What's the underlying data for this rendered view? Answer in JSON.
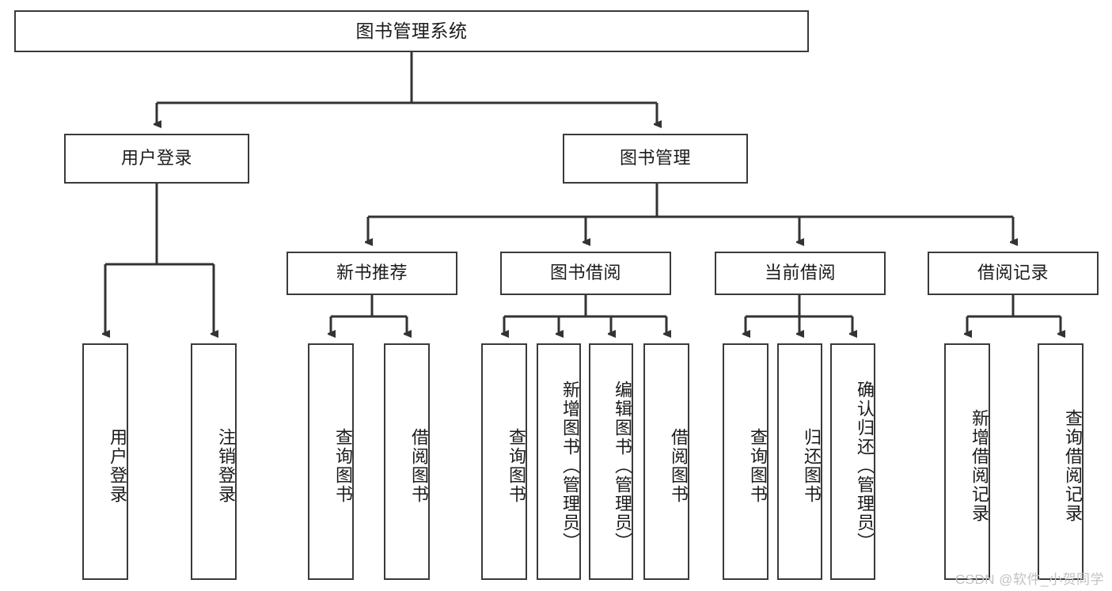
{
  "diagram": {
    "title": "图书管理系统",
    "type": "tree-hierarchy",
    "watermark": "CSDN @软件_小贺同学",
    "colors": {
      "box_border": "#3a3a3a",
      "box_fill": "#ffffff",
      "connector": "#333333",
      "text": "#1b1b1b",
      "watermark": "#c2c2c2"
    },
    "levels": {
      "root": {
        "label": "图书管理系统"
      },
      "level2": [
        {
          "id": "user-login",
          "label": "用户登录"
        },
        {
          "id": "book-manage",
          "label": "图书管理"
        }
      ],
      "level3": [
        {
          "id": "new-book-recommend",
          "label": "新书推荐"
        },
        {
          "id": "book-borrow",
          "label": "图书借阅"
        },
        {
          "id": "current-borrow",
          "label": "当前借阅"
        },
        {
          "id": "borrow-record",
          "label": "借阅记录"
        }
      ],
      "leaves": {
        "user_login": [
          {
            "id": "leaf-user-login",
            "label": "用户登录"
          },
          {
            "id": "leaf-logout-login",
            "label": "注销登录"
          }
        ],
        "new_book_recommend": [
          {
            "id": "leaf-query-book-1",
            "label": "查询图书"
          },
          {
            "id": "leaf-borrow-book-1",
            "label": "借阅图书"
          }
        ],
        "book_borrow": [
          {
            "id": "leaf-query-book-2",
            "label": "查询图书"
          },
          {
            "id": "leaf-add-book",
            "label": "新增图书（管理员）"
          },
          {
            "id": "leaf-edit-book",
            "label": "编辑图书（管理员）"
          },
          {
            "id": "leaf-borrow-book-2",
            "label": "借阅图书"
          }
        ],
        "current_borrow": [
          {
            "id": "leaf-query-book-3",
            "label": "查询图书"
          },
          {
            "id": "leaf-return-book",
            "label": "归还图书"
          },
          {
            "id": "leaf-confirm-return",
            "label": "确认归还（管理员）"
          }
        ],
        "borrow_record": [
          {
            "id": "leaf-add-record",
            "label": "新增借阅记录"
          },
          {
            "id": "leaf-query-record",
            "label": "查询借阅记录"
          }
        ]
      }
    }
  }
}
